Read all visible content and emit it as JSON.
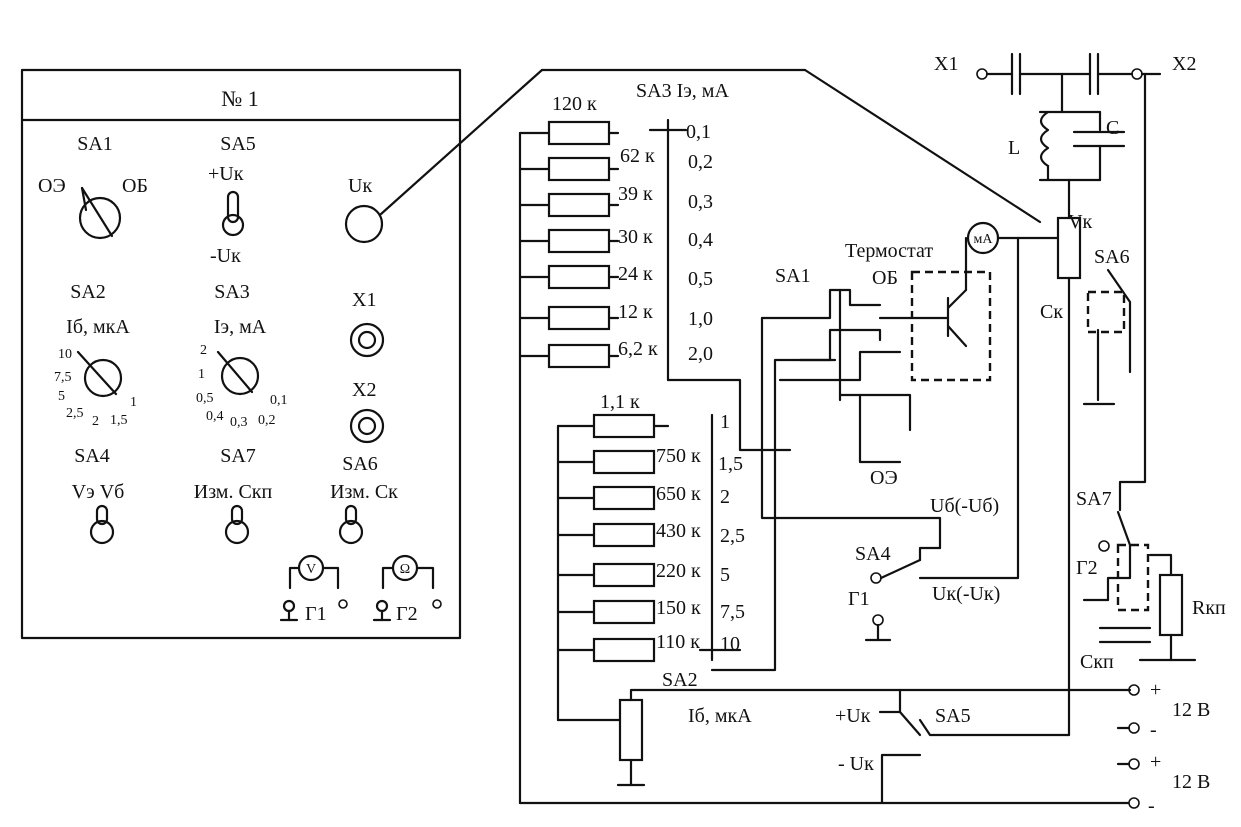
{
  "panel": {
    "title": "№ 1",
    "sa1": {
      "name": "SA1",
      "left": "ОЭ",
      "right": "ОБ"
    },
    "sa5": {
      "name": "SA5",
      "top": "+Uк",
      "bottom": "-Uк"
    },
    "uk_label": "Uк",
    "sa2": {
      "name": "SA2",
      "caption": "Iб, мкА",
      "scale": [
        "10",
        "7,5",
        "5",
        "2,5",
        "2",
        "1,5",
        "1"
      ]
    },
    "sa3": {
      "name": "SA3",
      "caption": "Iэ, мА",
      "scale": [
        "2",
        "1",
        "0,5",
        "0,4",
        "0,3",
        "0,2",
        "0,1"
      ]
    },
    "x1": "X1",
    "x2": "X2",
    "sa4": {
      "name": "SA4",
      "caption": "Vэ Vб"
    },
    "sa7": {
      "name": "SA7",
      "caption": "Изм. Скп"
    },
    "sa6": {
      "name": "SA6",
      "caption": "Изм. Ск"
    },
    "g1": "Г1",
    "g2": "Г2",
    "voltmeter_symbol": "V",
    "ohmmeter_symbol": "Ω"
  },
  "schematic": {
    "sa3_title": "SA3  Iэ, мА",
    "emitter_resistors": [
      "120 к",
      "62 к",
      "39 к",
      "30 к",
      "24 к",
      "12 к",
      "6,2 к"
    ],
    "emitter_positions": [
      "0,1",
      "0,2",
      "0,3",
      "0,4",
      "0,5",
      "1,0",
      "2,0"
    ],
    "base_resistors": [
      "1,1 к",
      "750 к",
      "650 к",
      "430 к",
      "220 к",
      "150 к",
      "110 к"
    ],
    "base_positions": [
      "1",
      "1,5",
      "2",
      "2,5",
      "5",
      "7,5",
      "10"
    ],
    "thermostat": "Термостат",
    "sa1": "SA1",
    "ob": "ОБ",
    "oe": "ОЭ",
    "ma_meter": "мА",
    "x1": "X1",
    "x2": "X2",
    "l": "L",
    "c": "C",
    "vk": "Vк",
    "ck": "Cк",
    "sa6": "SA6",
    "sa7": "SA7",
    "g2": "Г2",
    "rkp": "Rкп",
    "ckp": "Cкп",
    "ub": "Uб(-Uб)",
    "uk": "Uк(-Uк)",
    "sa4": "SA4",
    "g1": "Г1",
    "sa2": "SA2",
    "ib": "Iб, мкА",
    "plus_uk": "+Uк",
    "minus_uk": "- Uк",
    "sa5": "SA5",
    "supply1": "12 В",
    "supply2": "12 В",
    "plus": "+",
    "minus": "-"
  }
}
